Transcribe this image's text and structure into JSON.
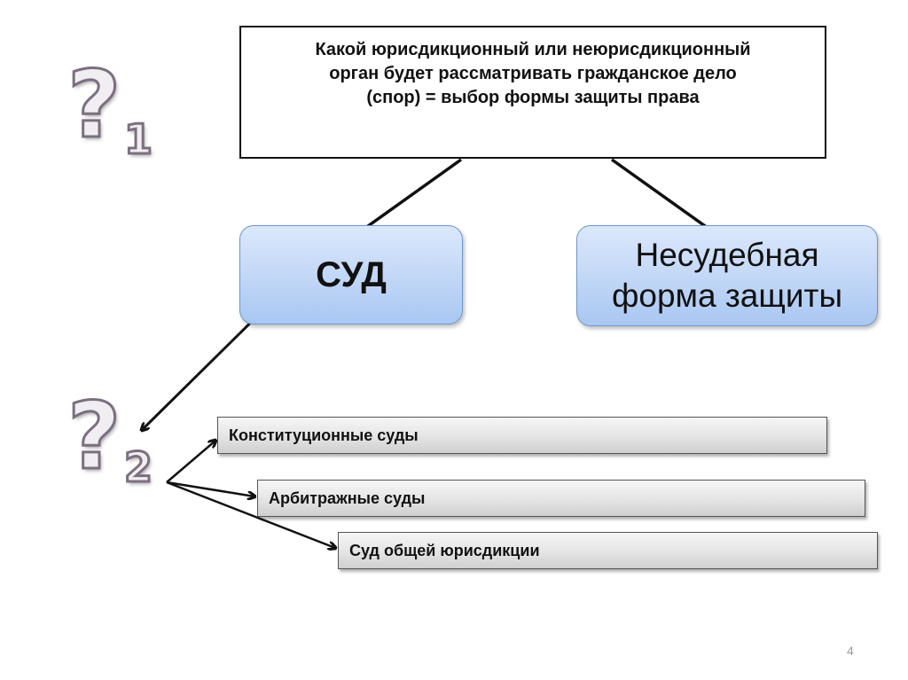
{
  "slide": {
    "question_1": {
      "symbol": "?",
      "index": "1"
    },
    "question_2": {
      "symbol": "?",
      "index": "2"
    },
    "question_box": {
      "lines": [
        "Какой юрисдикционный или неюрисдикционный",
        "орган будет рассматривать гражданское дело",
        "(спор) = выбор формы защиты права"
      ]
    },
    "court_box": {
      "label": "СУД"
    },
    "nonjudicial_box": {
      "lines": [
        "Несудебная",
        "форма защиты"
      ]
    },
    "court_types": [
      {
        "label": "Конституционные суды"
      },
      {
        "label": "Арбитражные суды"
      },
      {
        "label": "Суд общей юрисдикции"
      }
    ],
    "page_number": "4"
  },
  "colors": {
    "blue_box_fill": "#c3d8f7",
    "blue_box_border": "#6f96cc",
    "gray_box_fill": "#e4e4e4",
    "question_mark_outline": "#7b6f80",
    "arrow": "#111111"
  }
}
